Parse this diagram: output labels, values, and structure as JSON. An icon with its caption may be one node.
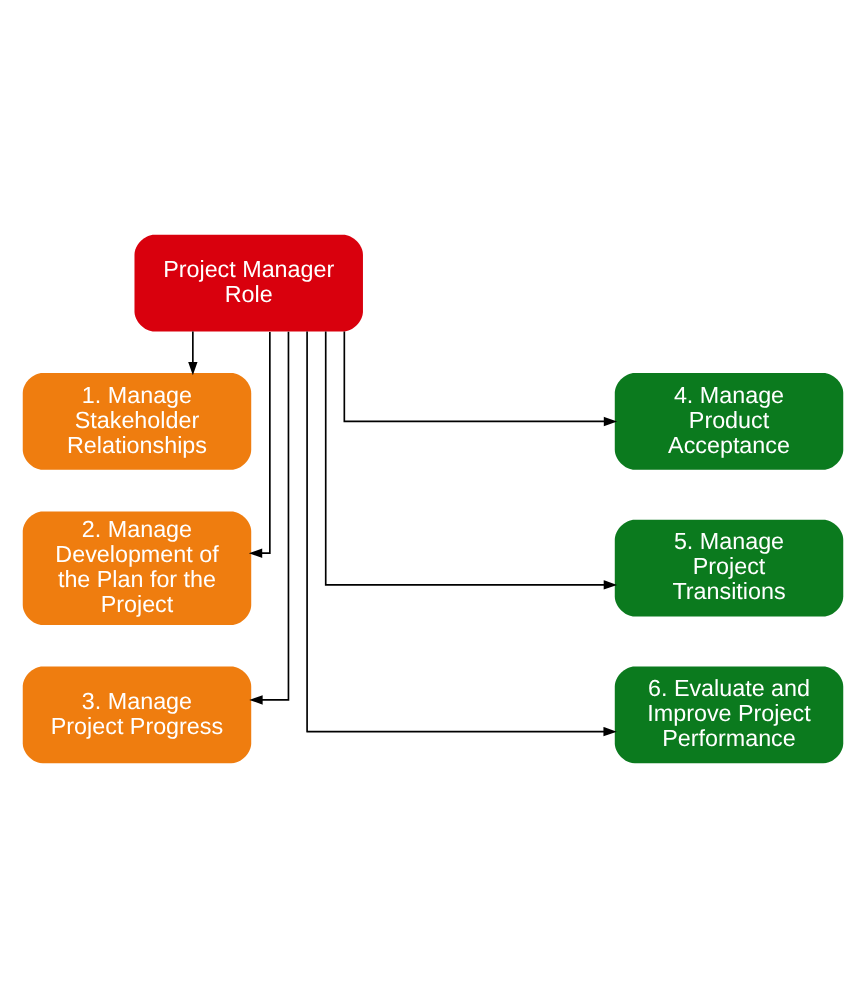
{
  "diagram": {
    "nodes": [
      {
        "text": [
          "Project Manager Role"
        ]
      },
      {
        "text": [
          "1. Manage Stakeholder Relationships"
        ]
      },
      {
        "text": [
          "2. Manage Development of the Plan for the Project"
        ]
      },
      {
        "text": [
          "3. Manage Project Progress"
        ]
      },
      {
        "text": [
          "4. Manage Product Acceptance"
        ]
      },
      {
        "text": [
          "5. Manage Project Transitions"
        ]
      },
      {
        "text": [
          "6. Evaluate and Improve Project Performance"
        ]
      }
    ],
    "edges": [
      {
        "from": 0,
        "to": 1,
        "arrow": "to"
      },
      {
        "from": 0,
        "to": 2,
        "arrow": "to"
      },
      {
        "from": 0,
        "to": 3,
        "arrow": "to"
      },
      {
        "from": 0,
        "to": 4,
        "arrow": "to"
      },
      {
        "from": 0,
        "to": 5,
        "arrow": "to"
      },
      {
        "from": 0,
        "to": 6,
        "arrow": "to"
      }
    ]
  }
}
